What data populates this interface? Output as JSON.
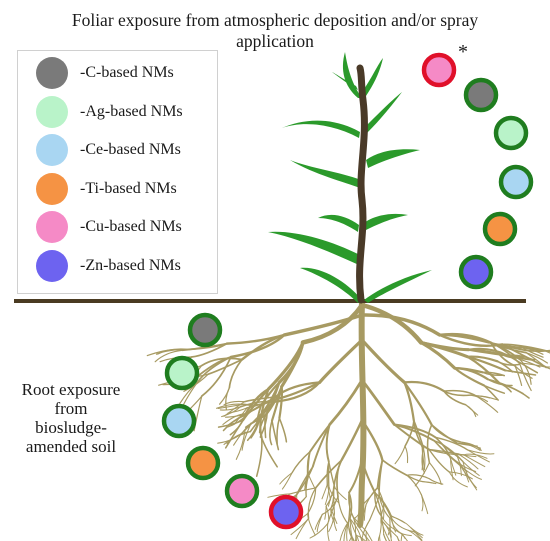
{
  "title": "Foliar exposure from atmospheric deposition and/or spray application",
  "root_label": "Root exposure from biosludge-amended soil",
  "asterisk": "*",
  "legend": [
    {
      "label": "-C-based NMs",
      "color": "#7a7a7a"
    },
    {
      "label": "-Ag-based NMs",
      "color": "#b9f3c9"
    },
    {
      "label": "-Ce-based NMs",
      "color": "#a9d6f2"
    },
    {
      "label": "-Ti-based NMs",
      "color": "#f59344"
    },
    {
      "label": "-Cu-based NMs",
      "color": "#f58ac6"
    },
    {
      "label": "-Zn-based NMs",
      "color": "#6d63f0"
    }
  ],
  "colors": {
    "ring_green": "#1f7d1f",
    "ring_red": "#e0102a",
    "leaf": "#2b9a2b",
    "stem": "#4a3a28",
    "root": "#a79a62",
    "ground": "#4a3b22"
  },
  "foliar_particles": [
    {
      "material": "Cu",
      "ring": "red"
    },
    {
      "material": "C",
      "ring": "green"
    },
    {
      "material": "Ag",
      "ring": "green"
    },
    {
      "material": "Ce",
      "ring": "green"
    },
    {
      "material": "Ti",
      "ring": "green"
    },
    {
      "material": "Zn",
      "ring": "green"
    }
  ],
  "root_particles": [
    {
      "material": "C",
      "ring": "green"
    },
    {
      "material": "Ag",
      "ring": "green"
    },
    {
      "material": "Ce",
      "ring": "green"
    },
    {
      "material": "Ti",
      "ring": "green"
    },
    {
      "material": "Cu",
      "ring": "green"
    },
    {
      "material": "Zn",
      "ring": "red"
    }
  ]
}
